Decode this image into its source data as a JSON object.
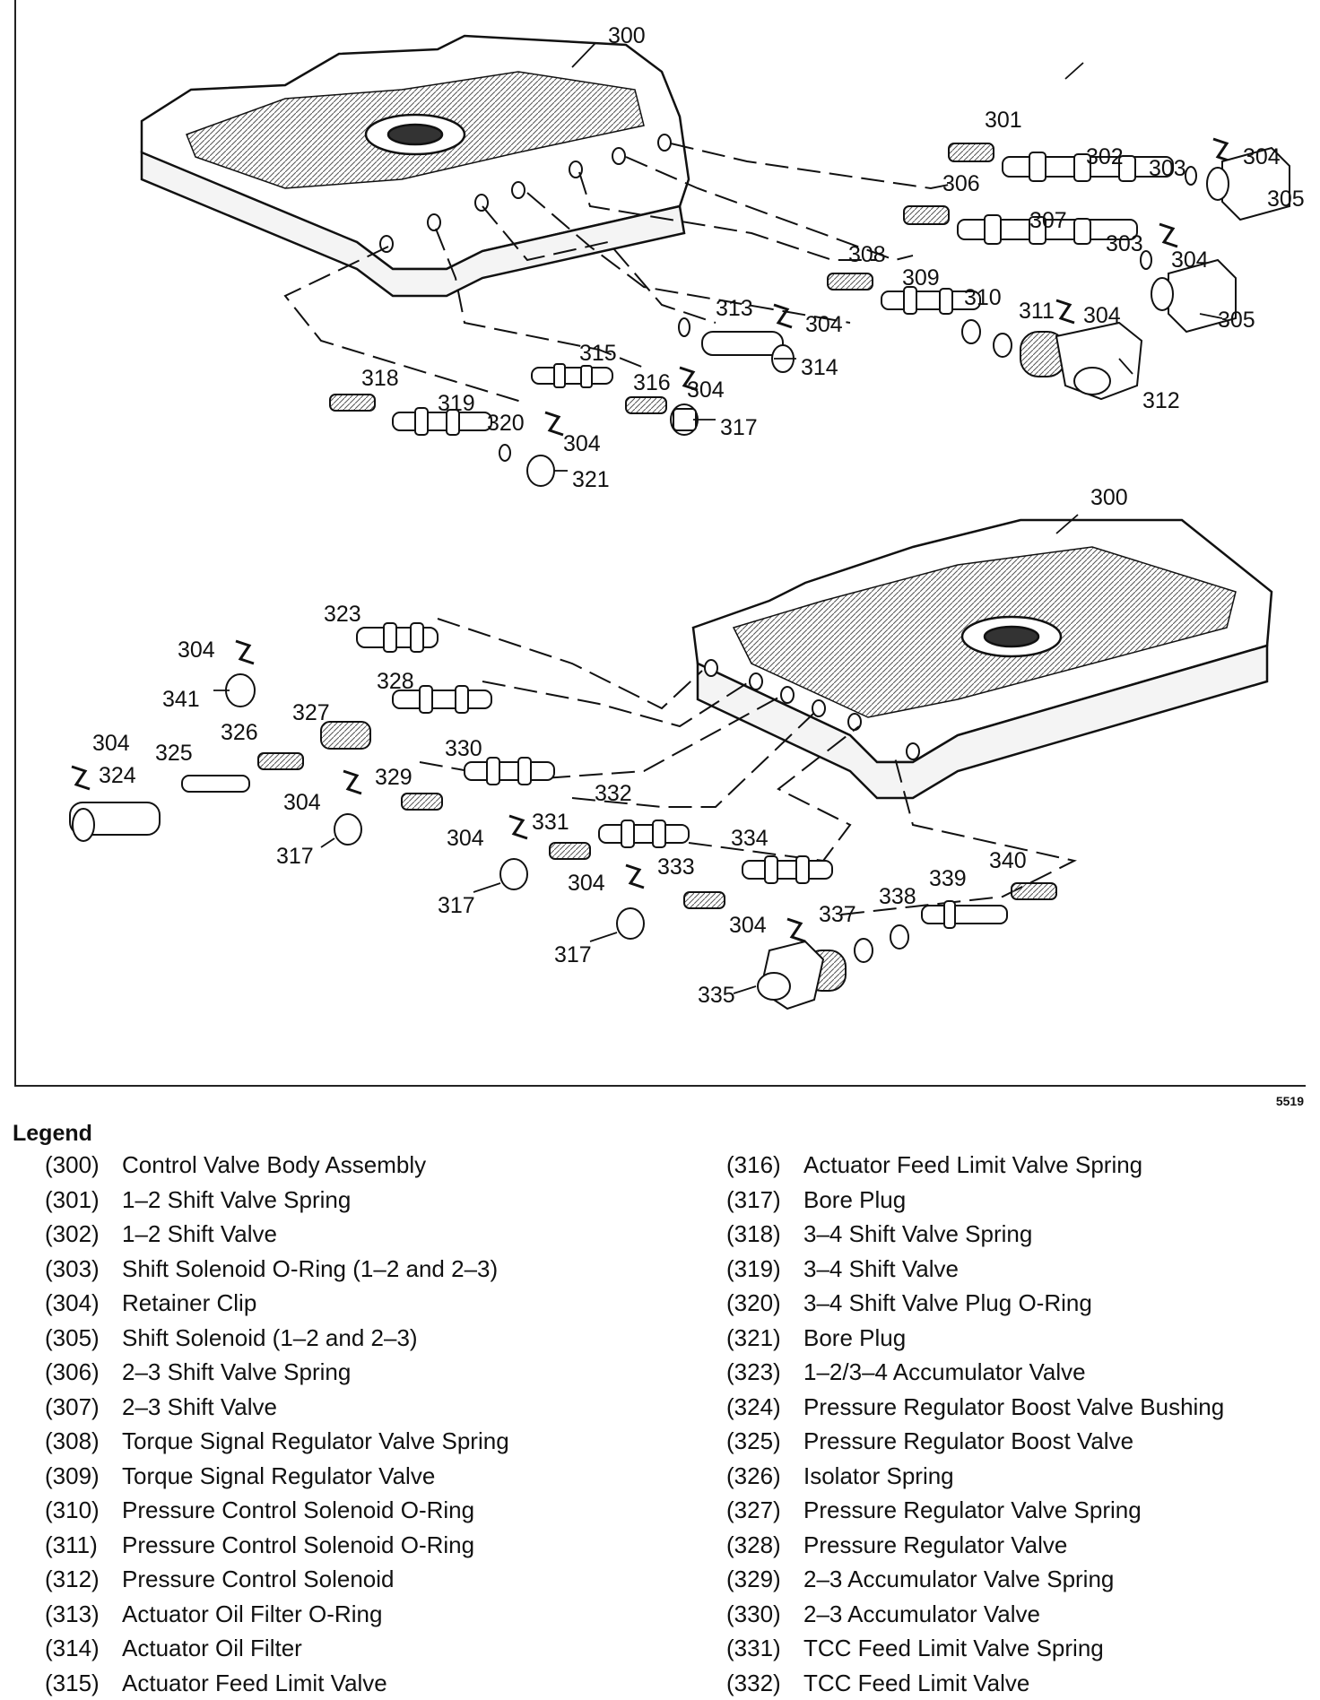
{
  "figure": {
    "figure_id": "5519",
    "callouts": [
      "300",
      "301",
      "302",
      "303",
      "304",
      "305",
      "306",
      "307",
      "308",
      "309",
      "310",
      "311",
      "312",
      "313",
      "314",
      "315",
      "316",
      "317",
      "318",
      "319",
      "320",
      "321",
      "323",
      "324",
      "325",
      "326",
      "327",
      "328",
      "329",
      "330",
      "331",
      "332",
      "333",
      "334",
      "335",
      "337",
      "338",
      "339",
      "340",
      "341"
    ]
  },
  "legend": {
    "title": "Legend",
    "left": [
      {
        "num": "(300)",
        "label": "Control Valve Body Assembly"
      },
      {
        "num": "(301)",
        "label": "1–2 Shift Valve Spring"
      },
      {
        "num": "(302)",
        "label": "1–2 Shift Valve"
      },
      {
        "num": "(303)",
        "label": "Shift Solenoid O-Ring (1–2 and 2–3)"
      },
      {
        "num": "(304)",
        "label": "Retainer Clip"
      },
      {
        "num": "(305)",
        "label": "Shift Solenoid (1–2 and 2–3)"
      },
      {
        "num": "(306)",
        "label": "2–3 Shift Valve Spring"
      },
      {
        "num": "(307)",
        "label": "2–3 Shift Valve"
      },
      {
        "num": "(308)",
        "label": "Torque Signal Regulator Valve Spring"
      },
      {
        "num": "(309)",
        "label": "Torque Signal Regulator Valve"
      },
      {
        "num": "(310)",
        "label": "Pressure Control Solenoid O-Ring"
      },
      {
        "num": "(311)",
        "label": "Pressure Control Solenoid O-Ring"
      },
      {
        "num": "(312)",
        "label": "Pressure Control Solenoid"
      },
      {
        "num": "(313)",
        "label": "Actuator Oil Filter O-Ring"
      },
      {
        "num": "(314)",
        "label": "Actuator Oil Filter"
      },
      {
        "num": "(315)",
        "label": "Actuator Feed Limit Valve"
      }
    ],
    "right": [
      {
        "num": "(316)",
        "label": "Actuator Feed Limit Valve Spring"
      },
      {
        "num": "(317)",
        "label": "Bore Plug"
      },
      {
        "num": "(318)",
        "label": "3–4 Shift Valve Spring"
      },
      {
        "num": "(319)",
        "label": "3–4 Shift Valve"
      },
      {
        "num": "(320)",
        "label": "3–4 Shift Valve Plug O-Ring"
      },
      {
        "num": "(321)",
        "label": "Bore Plug"
      },
      {
        "num": "(323)",
        "label": "1–2/3–4 Accumulator Valve"
      },
      {
        "num": "(324)",
        "label": "Pressure Regulator Boost Valve Bushing"
      },
      {
        "num": "(325)",
        "label": "Pressure Regulator Boost Valve"
      },
      {
        "num": "(326)",
        "label": "Isolator Spring"
      },
      {
        "num": "(327)",
        "label": "Pressure Regulator Valve Spring"
      },
      {
        "num": "(328)",
        "label": "Pressure Regulator Valve"
      },
      {
        "num": "(329)",
        "label": "2–3 Accumulator Valve Spring"
      },
      {
        "num": "(330)",
        "label": "2–3 Accumulator Valve"
      },
      {
        "num": "(331)",
        "label": "TCC Feed Limit Valve Spring"
      },
      {
        "num": "(332)",
        "label": "TCC Feed Limit Valve"
      }
    ]
  }
}
